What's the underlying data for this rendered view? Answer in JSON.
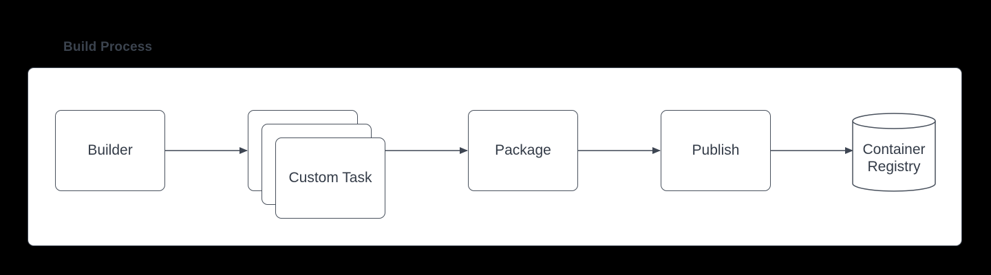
{
  "title": "Build Process",
  "colors": {
    "background": "#000000",
    "panel_fill": "#ffffff",
    "shape_stroke": "#48505c",
    "connector_stroke": "#3e4653",
    "label_text": "#333b47",
    "title_text": "#3b434e"
  },
  "nodes": {
    "builder": {
      "label": "Builder",
      "shape": "rounded-rectangle"
    },
    "custom_task": {
      "label": "Custom Task",
      "shape": "stacked-rounded-rectangle",
      "copies": 3
    },
    "package": {
      "label": "Package",
      "shape": "rounded-rectangle"
    },
    "publish": {
      "label": "Publish",
      "shape": "rounded-rectangle"
    },
    "container_registry": {
      "label": "Container Registry",
      "shape": "cylinder"
    }
  },
  "connectors": [
    {
      "from": "Builder",
      "to": "Custom Task"
    },
    {
      "from": "Custom Task",
      "to": "Package"
    },
    {
      "from": "Package",
      "to": "Publish"
    },
    {
      "from": "Publish",
      "to": "Container Registry"
    }
  ]
}
